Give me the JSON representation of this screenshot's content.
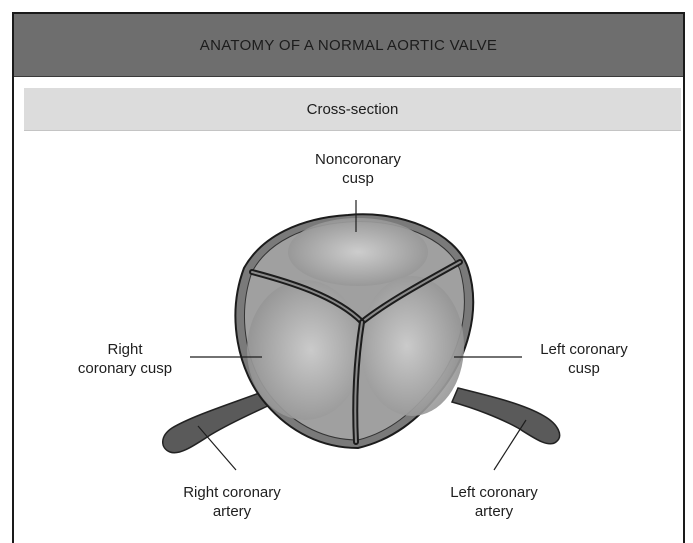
{
  "header": {
    "title": "ANATOMY OF A NORMAL AORTIC VALVE"
  },
  "subheader": {
    "title": "Cross-section"
  },
  "labels": {
    "noncoronary_cusp": {
      "line1": "Noncoronary",
      "line2": "cusp"
    },
    "right_coronary_cusp": {
      "line1": "Right",
      "line2": "coronary cusp"
    },
    "left_coronary_cusp": {
      "line1": "Left coronary",
      "line2": "cusp"
    },
    "right_coronary_artery": {
      "line1": "Right coronary",
      "line2": "artery"
    },
    "left_coronary_artery": {
      "line1": "Left coronary",
      "line2": "artery"
    }
  },
  "colors": {
    "title_bar": "#6e6e6e",
    "sub_bar": "#dcdcdc",
    "valve_fill": "#9a9a9a",
    "artery_fill": "#555555"
  }
}
